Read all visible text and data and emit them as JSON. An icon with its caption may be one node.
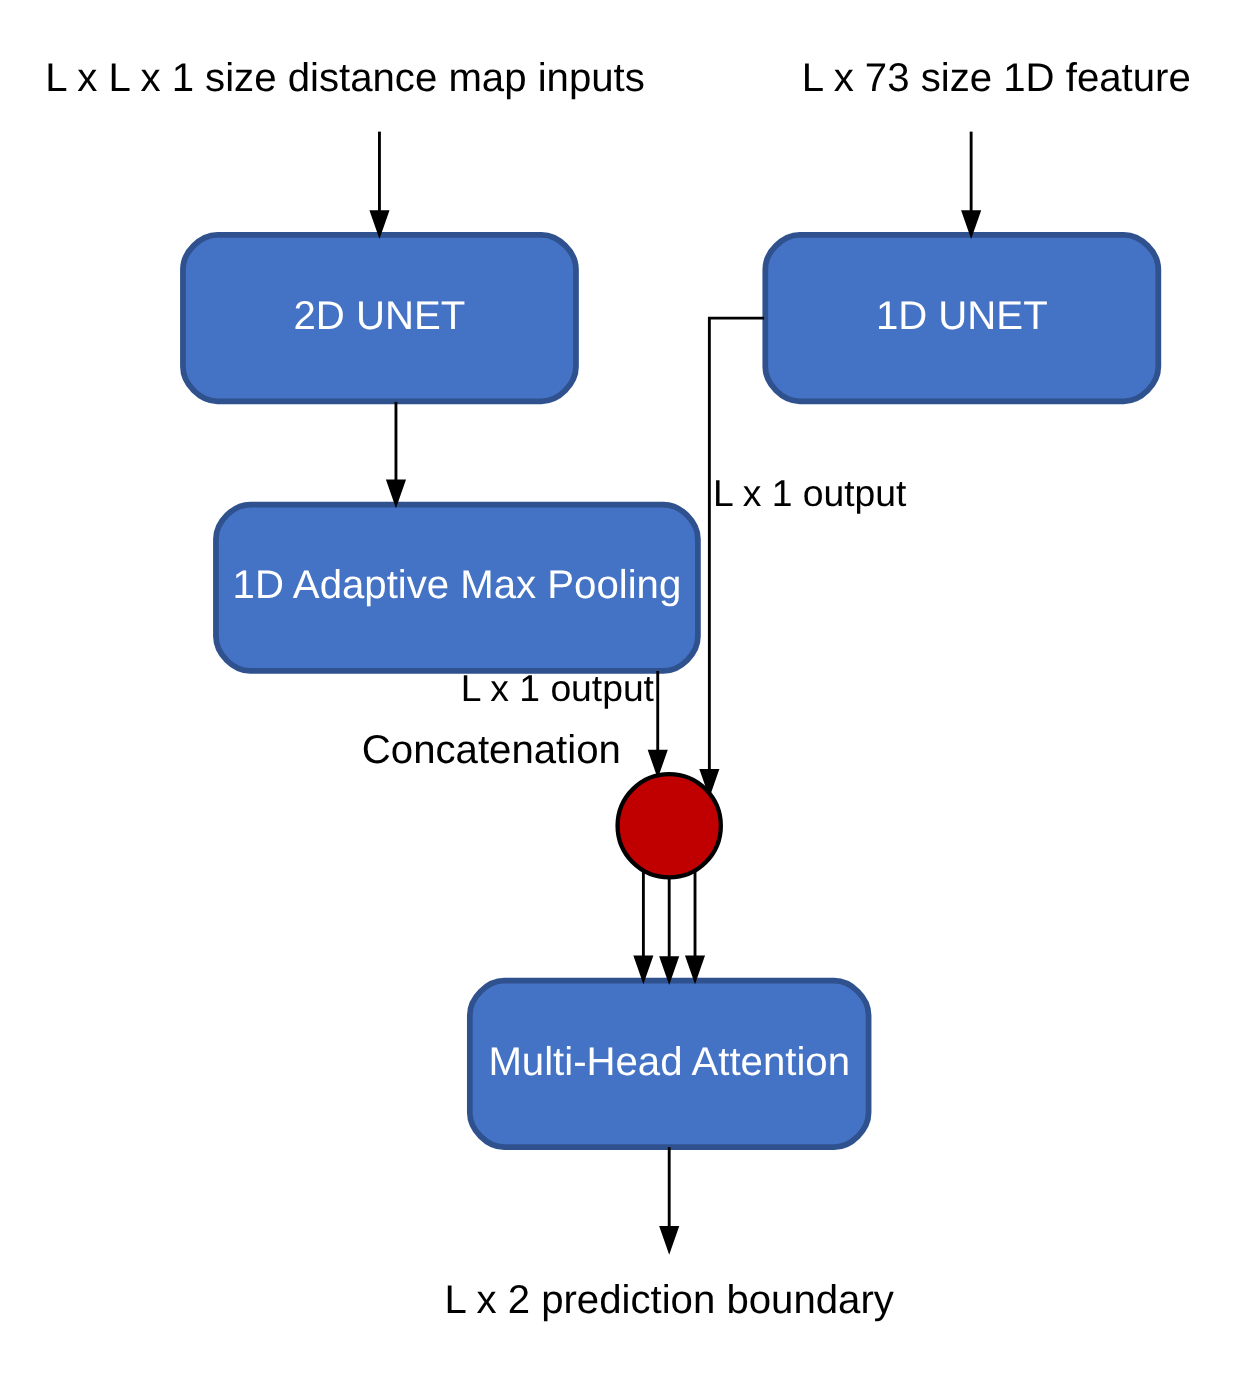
{
  "diagram": {
    "nodes": [
      {
        "text": [
          "L x L x 1 size distance map inputs"
        ]
      },
      {
        "text": [
          "L x 73 size 1D feature"
        ]
      },
      {
        "text": [
          "2D UNET"
        ]
      },
      {
        "text": [
          "1D UNET"
        ]
      },
      {
        "text": [
          "1D Adaptive Max Pooling"
        ]
      },
      {
        "text": [],
        "shape": "circle",
        "beside": [
          "Concatenation"
        ]
      },
      {
        "text": [
          "Multi-Head Attention"
        ]
      },
      {
        "text": [
          "L x 2 prediction boundary"
        ]
      }
    ],
    "edges": [
      {
        "from": 0,
        "to": 2,
        "arrow": "to"
      },
      {
        "from": 1,
        "to": 3,
        "arrow": "to"
      },
      {
        "from": 2,
        "to": 4,
        "arrow": "to"
      },
      {
        "from": 4,
        "to": 5,
        "arrow": "to",
        "label": "L x 1 output"
      },
      {
        "from": 3,
        "to": 5,
        "arrow": "to",
        "label": "L x 1 output"
      },
      {
        "from": 5,
        "to": 6,
        "arrow": "to"
      },
      {
        "from": 5,
        "to": 6,
        "arrow": "to"
      },
      {
        "from": 5,
        "to": 6,
        "arrow": "to"
      },
      {
        "from": 6,
        "to": 7,
        "arrow": "to"
      }
    ]
  }
}
